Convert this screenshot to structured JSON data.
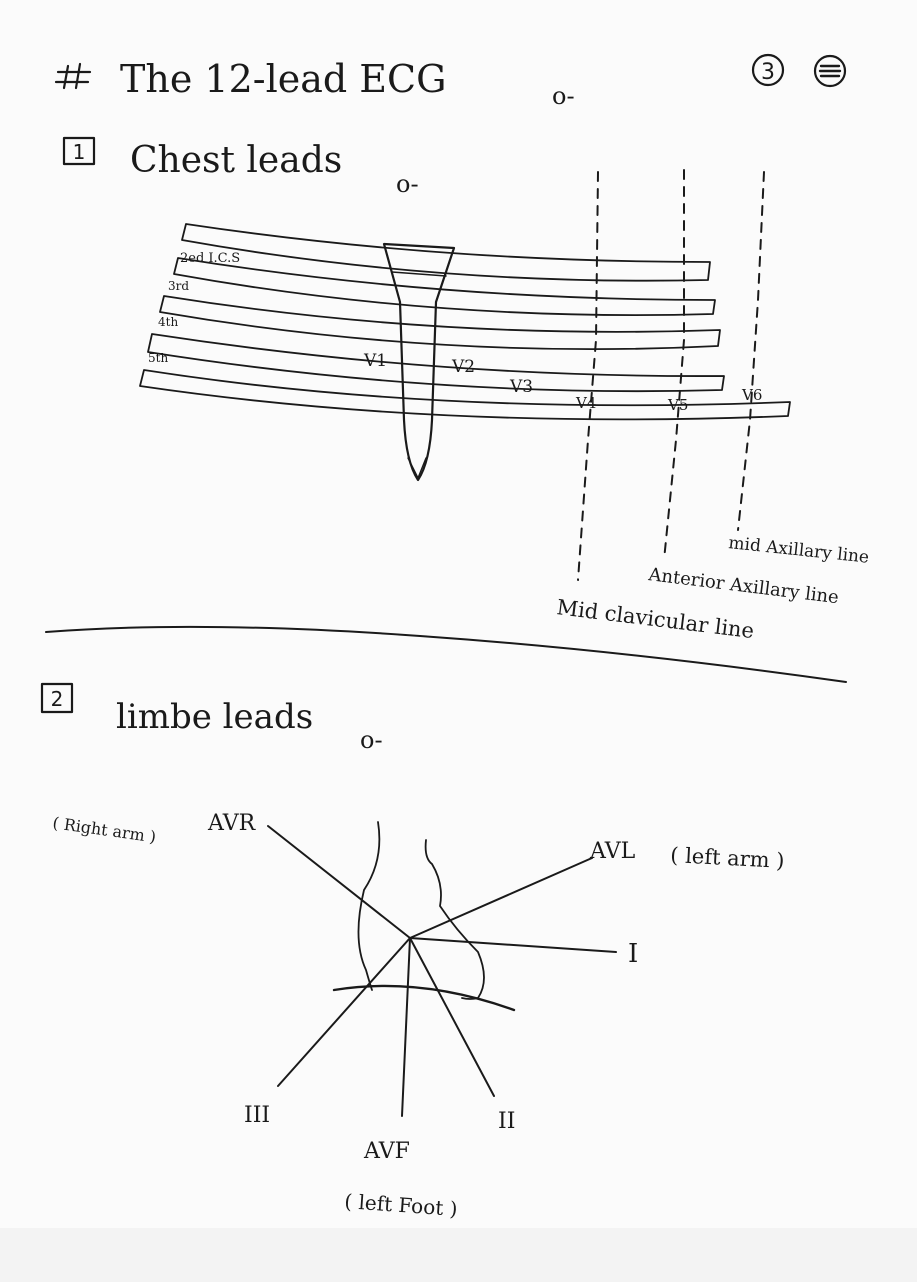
{
  "page": {
    "title": "The 12-lead ECG",
    "title_suffix": "o-",
    "page_number": "3"
  },
  "section1": {
    "number": "1",
    "heading": "Chest leads",
    "heading_suffix": "o-",
    "intercostal_labels": [
      "2ed I.C.S",
      "3rd",
      "4th",
      "5th"
    ],
    "electrodes": [
      "V1",
      "V2",
      "V3",
      "V4",
      "V5",
      "V6"
    ],
    "line_labels": {
      "mid_axillary": "mid Axillary line",
      "anterior_axillary": "Anterior Axillary line",
      "mid_clavicular": "Mid clavicular line"
    }
  },
  "section2": {
    "number": "2",
    "heading": "limbe leads",
    "heading_suffix": "o-",
    "leads": {
      "avr": "AVR",
      "avr_note": "( Right arm )",
      "avl": "AVL",
      "avl_note": "( left arm )",
      "lead_i": "I",
      "lead_ii": "II",
      "lead_iii": "III",
      "avf": "AVF",
      "avf_note": "( left Foot )"
    }
  }
}
